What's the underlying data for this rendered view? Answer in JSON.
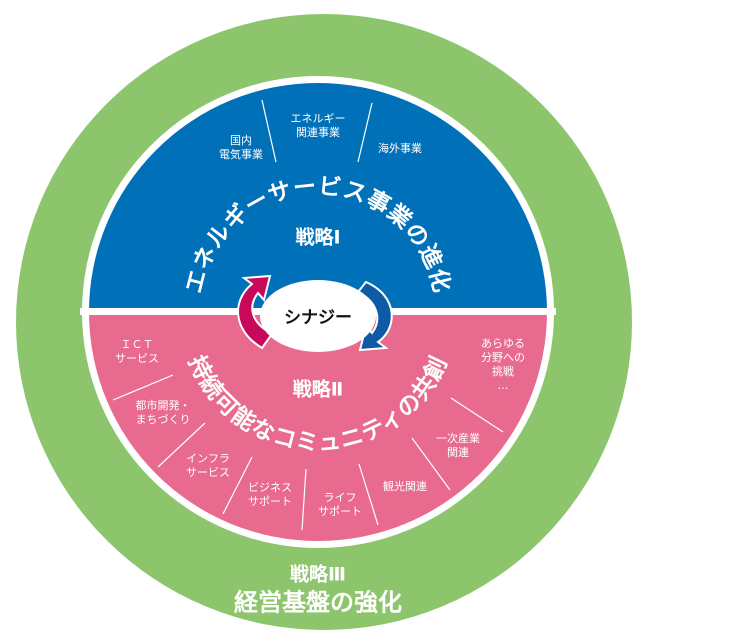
{
  "colors": {
    "outer": "#8cc56b",
    "energy": "#0070b8",
    "community": "#e96a8f",
    "arrow_left": "#c8085a",
    "arrow_right": "#0e5aa7"
  },
  "strategy1": {
    "label": "戦略Ⅰ",
    "theme": "エネルギーサービス事業の進化",
    "segments": [
      "国内\n電気事業",
      "エネルギー\n関連事業",
      "海外事業"
    ]
  },
  "strategy2": {
    "label": "戦略Ⅱ",
    "theme": "持続可能なコミュニティの共創",
    "segments": [
      "ＩＣＴ\nサービス",
      "都市開発・\nまちづくり",
      "インフラ\nサービス",
      "ビジネス\nサポート",
      "ライフ\nサポート",
      "観光関連",
      "一次産業\n関連",
      "あらゆる\n分野への\n挑戦\n…"
    ]
  },
  "synergy": "シナジー",
  "strategy3": {
    "label": "戦略Ⅲ",
    "theme": "経営基盤の強化"
  }
}
